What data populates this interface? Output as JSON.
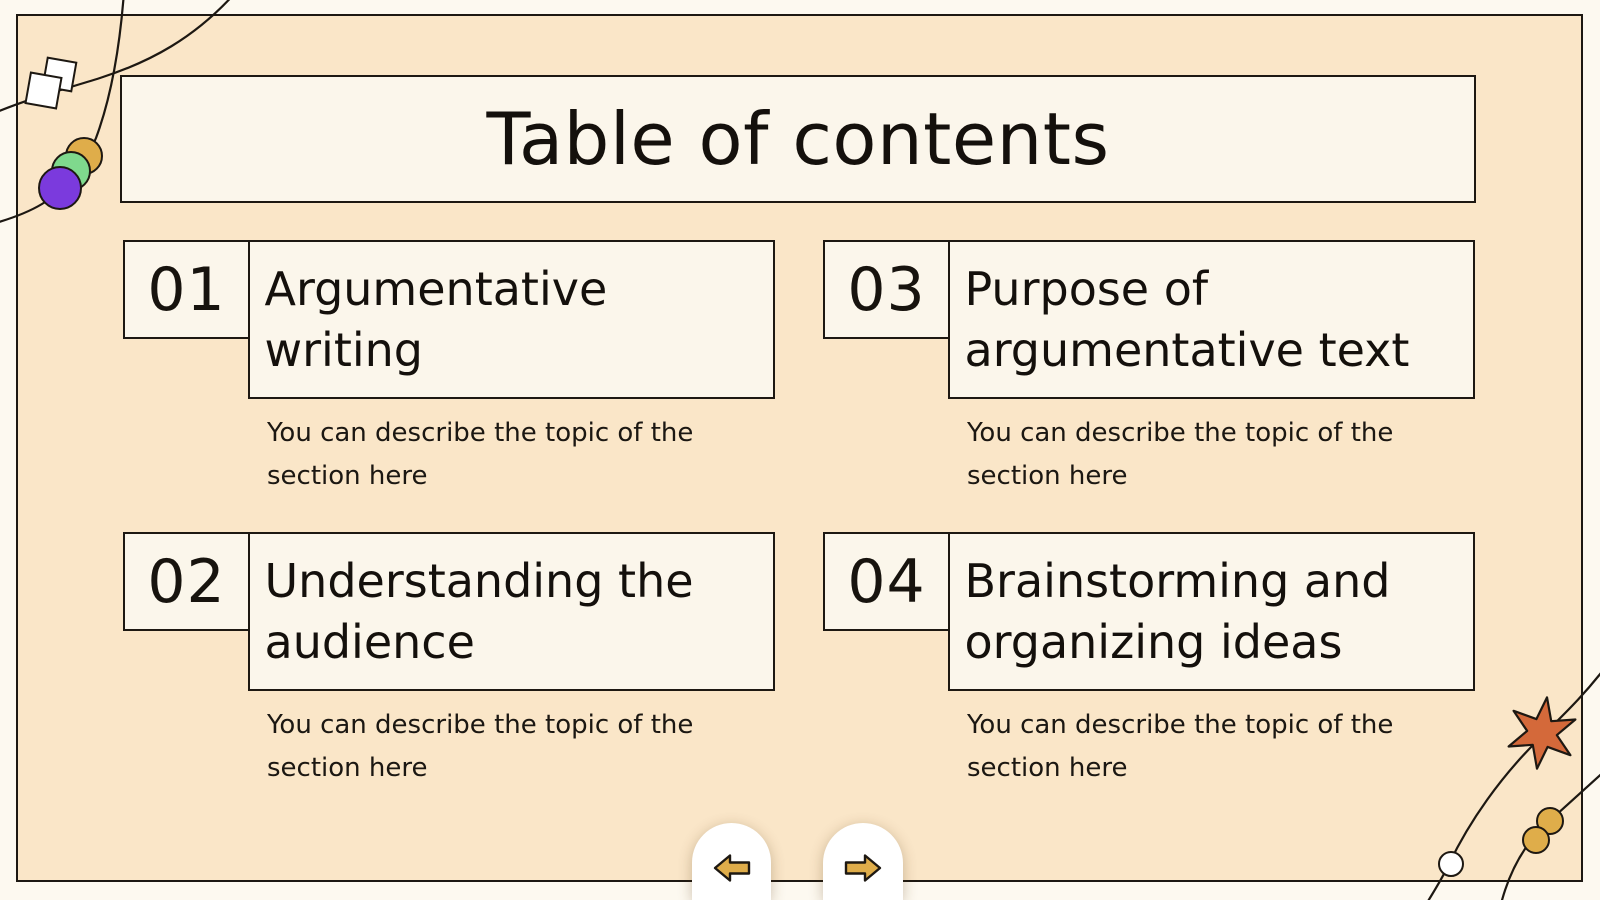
{
  "slide": {
    "title": "Table of contents",
    "items": [
      {
        "number": "01",
        "title": "Argumentative writing",
        "description": "You can describe the topic of the section here"
      },
      {
        "number": "02",
        "title": "Understanding the audience",
        "description": "You can describe the topic of the section here"
      },
      {
        "number": "03",
        "title": "Purpose of argumentative text",
        "description": "You can describe the topic of the section here"
      },
      {
        "number": "04",
        "title": "Brainstorming and organizing ideas",
        "description": "You can describe the topic of the section here"
      }
    ],
    "nav": {
      "prev_icon": "arrow-left",
      "next_icon": "arrow-right"
    },
    "palette": {
      "margin_bg": "#fdf9f0",
      "slide_bg": "#fae6c8",
      "box_bg": "#fbf6eb",
      "outline": "#1d1812",
      "accent_gold": "#dfad4a",
      "accent_green": "#7fd98d",
      "accent_purple": "#7b3add",
      "accent_orange": "#d4693a",
      "accent_white": "#ffffff"
    }
  }
}
